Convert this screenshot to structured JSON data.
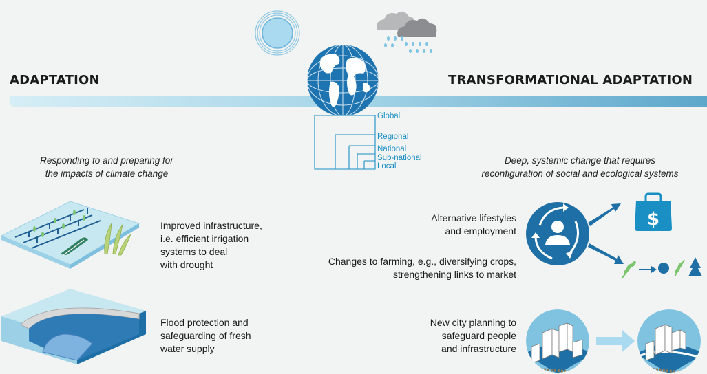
{
  "left": {
    "title": "ADAPTATION",
    "tagline_1": "Responding to and preparing for",
    "tagline_2": "the impacts of climate change",
    "items": [
      {
        "lines": [
          "Improved infrastructure,",
          "i.e. efficient irrigation",
          "systems to deal",
          "with drought"
        ]
      },
      {
        "lines": [
          "Flood protection and",
          "safeguarding of fresh",
          "water supply"
        ]
      }
    ]
  },
  "right": {
    "title": "TRANSFORMATIONAL ADAPTATION",
    "tagline_1": "Deep, systemic change that requires",
    "tagline_2": "reconfiguration of social and ecological systems",
    "items": [
      {
        "lines": [
          "Alternative lifestyles",
          "and employment"
        ]
      },
      {
        "lines": [
          "Changes to farming, e.g., diversifying crops,",
          "strengthening links to market"
        ]
      },
      {
        "lines": [
          "New city planning to",
          "safeguard people",
          "and infrastructure"
        ]
      }
    ],
    "money_symbol": "$"
  },
  "scales": [
    "Global",
    "Regional",
    "National",
    "Sub-national",
    "Local"
  ],
  "colors": {
    "accent_blue": "#1a8fc4",
    "dark_blue": "#1e6fa5",
    "light_blue": "#bfe3ef",
    "bar_light": "#d3ecf4",
    "bar_dark": "#5aa8cc"
  }
}
